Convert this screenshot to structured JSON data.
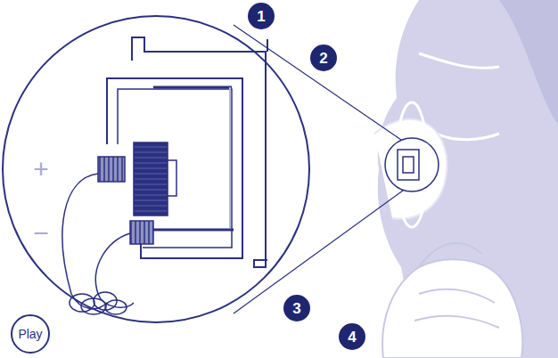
{
  "diagram": {
    "nodes": [
      {
        "text": [
          "1"
        ]
      },
      {
        "text": [
          "2"
        ]
      },
      {
        "text": [
          "3"
        ]
      },
      {
        "text": [
          "4"
        ]
      },
      {
        "text": [
          "Play"
        ]
      }
    ],
    "labels": [
      "+",
      "−"
    ]
  }
}
